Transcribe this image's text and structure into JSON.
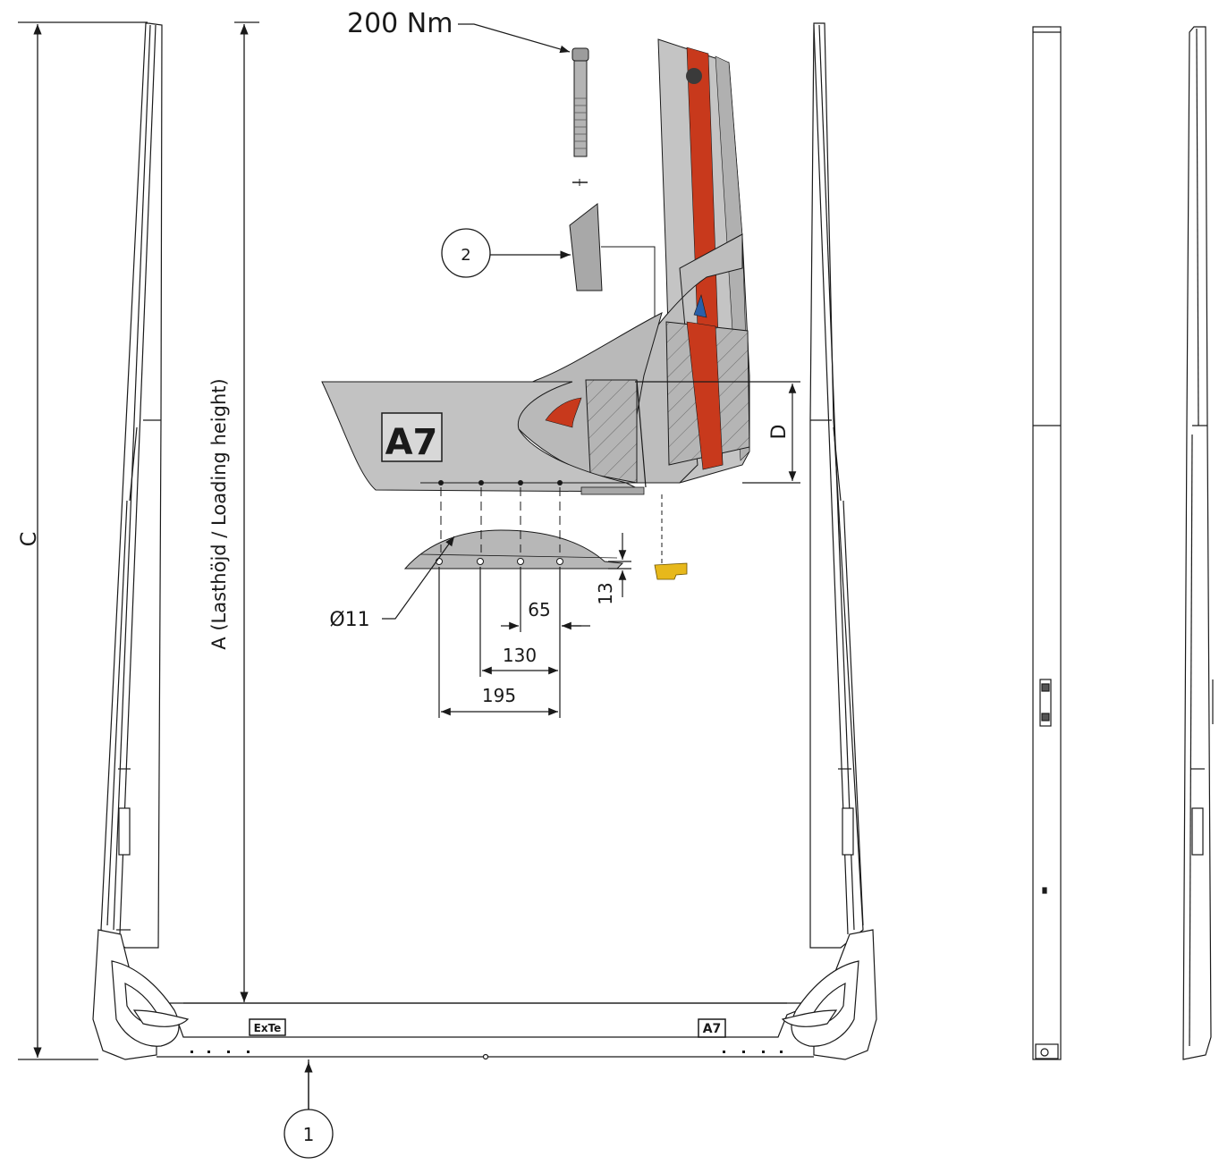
{
  "torque": "200 Nm",
  "callouts": {
    "post_callout": "1",
    "bracket_callout": "2"
  },
  "dimensions": {
    "total_height": "C",
    "loading_height": "A (Lasthöjd / Loading height)",
    "arm_height": "D",
    "hole_diameter": "Ø11",
    "pitch_65": "65",
    "pitch_130": "130",
    "pitch_195": "195",
    "thickness_13": "13"
  },
  "markings": {
    "model_badge": "A7",
    "brand": "ExTe",
    "model_small": "A7"
  },
  "colors": {
    "stripe": "#c8391c",
    "metal_light": "#c7c7c7",
    "metal_mid": "#a8a8a8",
    "metal_dark": "#8a8a8a",
    "cap_yellow": "#e7b81b",
    "line": "#1a1a1a"
  }
}
